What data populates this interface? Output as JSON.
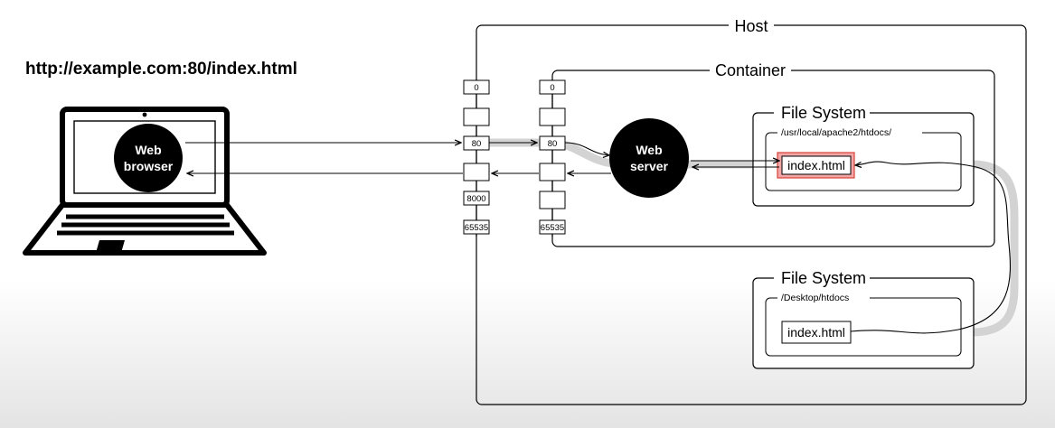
{
  "url": "http://example.com:80/index.html",
  "host": {
    "label": "Host"
  },
  "container": {
    "label": "Container"
  },
  "web_browser": {
    "line1": "Web",
    "line2": "browser"
  },
  "web_server": {
    "line1": "Web",
    "line2": "server"
  },
  "host_ports": [
    "0",
    "",
    "80",
    "",
    "8000",
    "65535"
  ],
  "container_ports": [
    "0",
    "",
    "80",
    "",
    "",
    "65535"
  ],
  "container_fs": {
    "label": "File System",
    "path": "/usr/local/apache2/htdocs/",
    "file": "index.html"
  },
  "host_fs": {
    "label": "File System",
    "path": "/Desktop/htdocs",
    "file": "index.html"
  },
  "colors": {
    "highlight_fill": "#f2a6a6",
    "highlight_border": "#d9423a",
    "flow": "#d3d3d3"
  }
}
